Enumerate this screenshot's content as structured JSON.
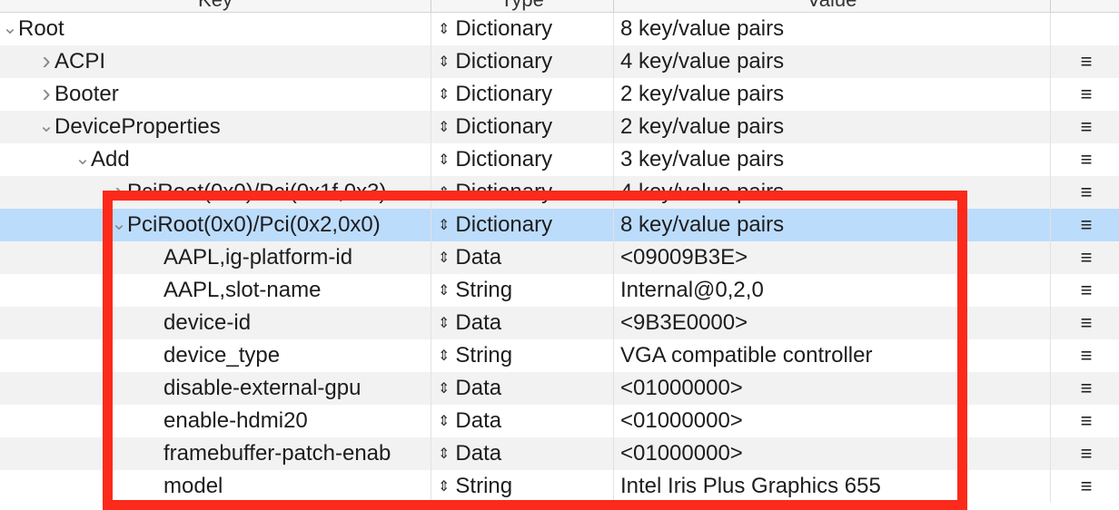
{
  "header": {
    "key_label": "Key",
    "type_label": "Type",
    "value_label": "Value"
  },
  "rows": [
    {
      "key": "Root",
      "type": "Dictionary",
      "value": "8 key/value pairs",
      "disclosure": "expanded",
      "menu": false
    },
    {
      "key": "ACPI",
      "type": "Dictionary",
      "value": "4 key/value pairs",
      "disclosure": "collapsed",
      "menu": true
    },
    {
      "key": "Booter",
      "type": "Dictionary",
      "value": "2 key/value pairs",
      "disclosure": "collapsed",
      "menu": true
    },
    {
      "key": "DeviceProperties",
      "type": "Dictionary",
      "value": "2 key/value pairs",
      "disclosure": "expanded",
      "menu": true
    },
    {
      "key": "Add",
      "type": "Dictionary",
      "value": "3 key/value pairs",
      "disclosure": "expanded",
      "menu": true
    },
    {
      "key": "PciRoot(0x0)/Pci(0x1f,0x3)",
      "type": "Dictionary",
      "value": "4 key/value pairs",
      "disclosure": "collapsed",
      "menu": true
    },
    {
      "key": "PciRoot(0x0)/Pci(0x2,0x0)",
      "type": "Dictionary",
      "value": "8 key/value pairs",
      "disclosure": "expanded",
      "menu": true,
      "selected": true
    },
    {
      "key": "AAPL,ig-platform-id",
      "type": "Data",
      "value": "<09009B3E>",
      "disclosure": "none",
      "menu": true
    },
    {
      "key": "AAPL,slot-name",
      "type": "String",
      "value": "Internal@0,2,0",
      "disclosure": "none",
      "menu": true
    },
    {
      "key": "device-id",
      "type": "Data",
      "value": "<9B3E0000>",
      "disclosure": "none",
      "menu": true
    },
    {
      "key": "device_type",
      "type": "String",
      "value": "VGA compatible controller",
      "disclosure": "none",
      "menu": true
    },
    {
      "key": "disable-external-gpu",
      "type": "Data",
      "value": "<01000000>",
      "disclosure": "none",
      "menu": true
    },
    {
      "key": "enable-hdmi20",
      "type": "Data",
      "value": "<01000000>",
      "disclosure": "none",
      "menu": true
    },
    {
      "key": "framebuffer-patch-enab",
      "type": "Data",
      "value": "<01000000>",
      "disclosure": "none",
      "menu": true
    },
    {
      "key": "model",
      "type": "String",
      "value": "Intel Iris Plus Graphics 655",
      "disclosure": "none",
      "menu": true
    }
  ],
  "icons": {
    "expanded": "chevron-down-icon",
    "collapsed": "chevron-right-icon",
    "type_stepper": "updown-arrows-icon",
    "row_menu": "row-menu-icon"
  },
  "colors": {
    "selection": "#bcdcfb",
    "highlight_box": "#fb2a1b",
    "alt_row": "#f2f2f2"
  }
}
